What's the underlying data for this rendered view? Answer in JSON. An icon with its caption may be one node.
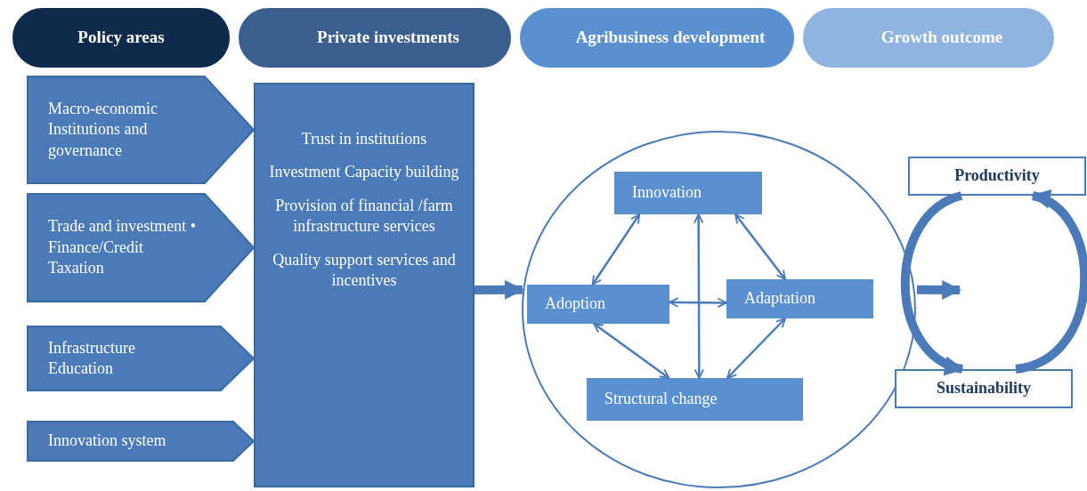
{
  "diagram": {
    "nodes": [
      {
        "text": [
          "Policy areas"
        ]
      },
      {
        "text": [
          "Private investments"
        ]
      },
      {
        "text": [
          "Agribusiness development"
        ]
      },
      {
        "text": [
          "Growth outcome"
        ]
      },
      {
        "text": [
          "Macro-economic Institutions and governance"
        ]
      },
      {
        "text": [
          "Trade and investment • Finance/Credit Taxation"
        ]
      },
      {
        "text": [
          "Infrastructure Education"
        ]
      },
      {
        "text": [
          "Innovation system"
        ]
      },
      {
        "text": [
          "Trust in institutions",
          "Investment Capacity building",
          "Provision of financial /farm infrastructure services",
          "Quality support services and incentives"
        ]
      },
      {
        "text": [],
        "shape": "circle"
      },
      {
        "text": [
          "Innovation"
        ],
        "in": 9
      },
      {
        "text": [
          "Adoption"
        ],
        "in": 9
      },
      {
        "text": [
          "Adaptation"
        ],
        "in": 9
      },
      {
        "text": [
          "Structural change"
        ],
        "in": 9
      },
      {
        "text": [
          "Productivity"
        ]
      },
      {
        "text": [
          "Sustainability"
        ]
      }
    ],
    "edges": [
      {
        "from": 8,
        "to": 9,
        "arrow": "to",
        "style": "thick"
      },
      {
        "from": 9,
        "to": null,
        "arrow": "to",
        "style": "thick"
      },
      {
        "from": 10,
        "to": 11,
        "arrow": "both"
      },
      {
        "from": 10,
        "to": 12,
        "arrow": "both"
      },
      {
        "from": 10,
        "to": 13,
        "arrow": "both"
      },
      {
        "from": 11,
        "to": 12,
        "arrow": "both"
      },
      {
        "from": 11,
        "to": 13,
        "arrow": "both"
      },
      {
        "from": 12,
        "to": 13,
        "arrow": "both"
      },
      {
        "from": 14,
        "to": 15,
        "arrow": "to",
        "style": "thick"
      },
      {
        "from": 15,
        "to": 14,
        "arrow": "to",
        "style": "thick"
      }
    ]
  }
}
